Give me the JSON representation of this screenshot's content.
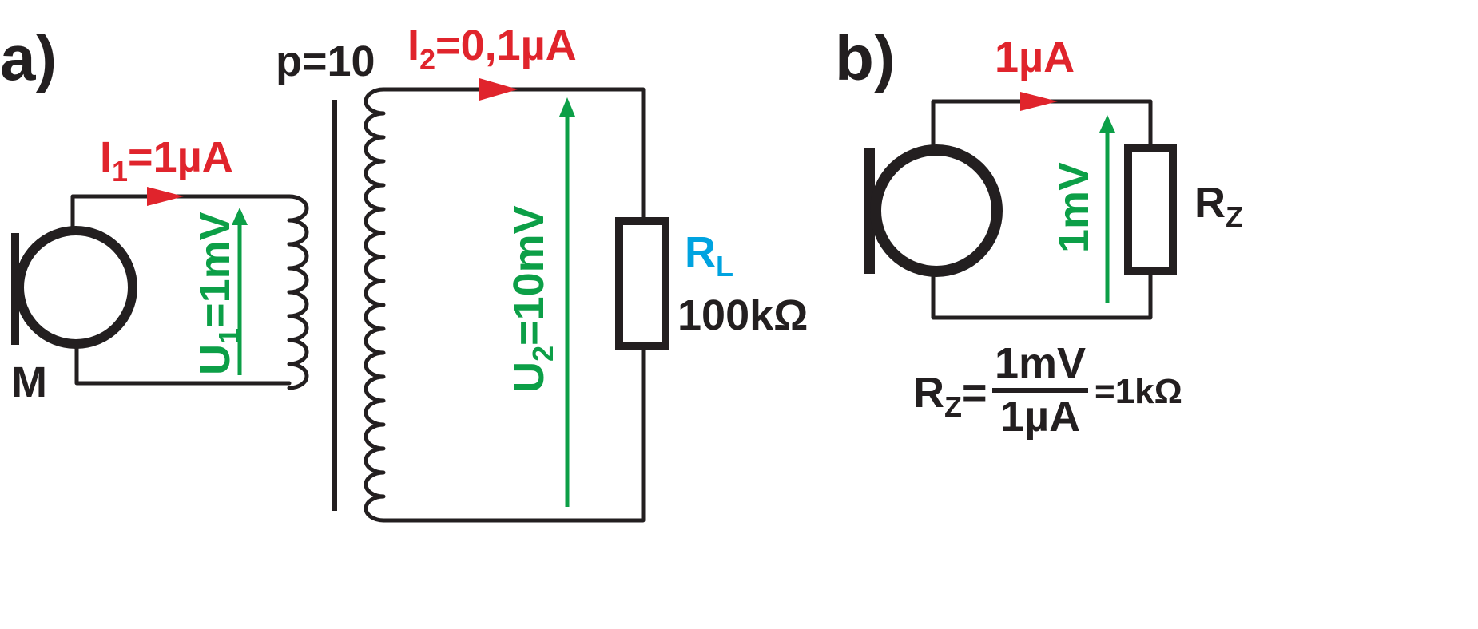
{
  "colors": {
    "wire": "#231f20",
    "current": "#e0242c",
    "voltage": "#0c9f47",
    "resistance": "#00a3e0"
  },
  "panel_a": {
    "label": "a)",
    "ratio": "p=10",
    "i1": {
      "sym": "I",
      "sub": "1",
      "value": "=1µA"
    },
    "u1": {
      "sym": "U",
      "sub": "1",
      "value": "=1mV"
    },
    "i2": {
      "sym": "I",
      "sub": "2",
      "value": "=0,1µA"
    },
    "u2": {
      "sym": "U",
      "sub": "2",
      "value": "=10mV"
    },
    "load": {
      "sym": "R",
      "sub": "L",
      "value": "100kΩ"
    },
    "mic_label": "M"
  },
  "panel_b": {
    "label": "b)",
    "current": "1µA",
    "voltage": "1mV",
    "rz": {
      "sym": "R",
      "sub": "Z"
    },
    "formula": {
      "lhs_sym": "R",
      "lhs_sub": "Z",
      "eq": "=",
      "numerator": "1mV",
      "denominator": "1µA",
      "result": "=1kΩ"
    }
  }
}
